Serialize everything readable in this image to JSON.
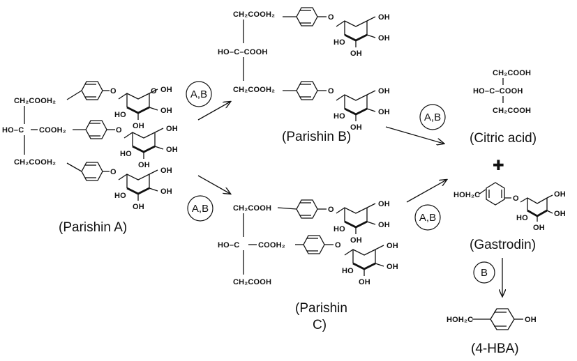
{
  "groups": {
    "ch2cooh": "CH₂COOH",
    "ch2cooh2": "CH₂COOH₂",
    "cooh2": "COOH₂",
    "ho_c": "HO–C",
    "cooh": "COOH",
    "ho_c_cooh": "HO–C–COOH",
    "hoh2c": "HOH₂C",
    "oh": "OH",
    "ho": "HO",
    "o": "O"
  },
  "compounds": {
    "parishin_a": "(Parishin A)",
    "parishin_b": "(Parishin B)",
    "parishin_c_line1": "(Parishin",
    "parishin_c_line2": "C)",
    "citric_acid": "(Citric acid)",
    "gastrodin": "(Gastrodin)",
    "hba": "(4-HBA)"
  },
  "enzymes": {
    "ab": "A,B",
    "b": "B"
  },
  "plus": "✚"
}
